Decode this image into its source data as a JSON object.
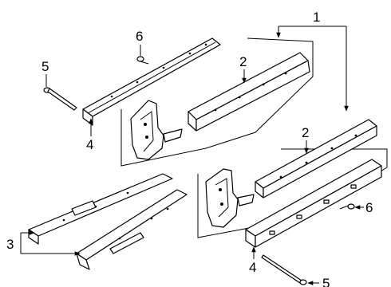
{
  "callouts": {
    "c1": "1",
    "c2_top": "2",
    "c2_bottom": "2",
    "c3": "3",
    "c4_left": "4",
    "c4_bottom": "4",
    "c5_left": "5",
    "c5_right": "5",
    "c6_top": "6",
    "c6_right": "6"
  }
}
